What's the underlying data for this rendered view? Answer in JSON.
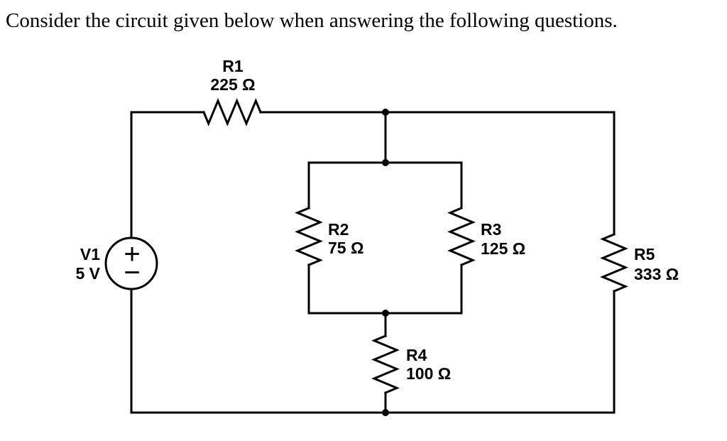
{
  "title": "Consider the circuit given below when answering the following questions.",
  "circuit": {
    "source": {
      "name": "V1",
      "value": "5 V",
      "plus": "+",
      "minus": "−"
    },
    "resistors": [
      {
        "id": "R1",
        "value": "225 Ω"
      },
      {
        "id": "R2",
        "value": "75 Ω"
      },
      {
        "id": "R3",
        "value": "125 Ω"
      },
      {
        "id": "R4",
        "value": "100 Ω"
      },
      {
        "id": "R5",
        "value": "333 Ω"
      }
    ],
    "colors": {
      "wire": "#000000",
      "text": "#000000",
      "background": "#ffffff"
    }
  }
}
